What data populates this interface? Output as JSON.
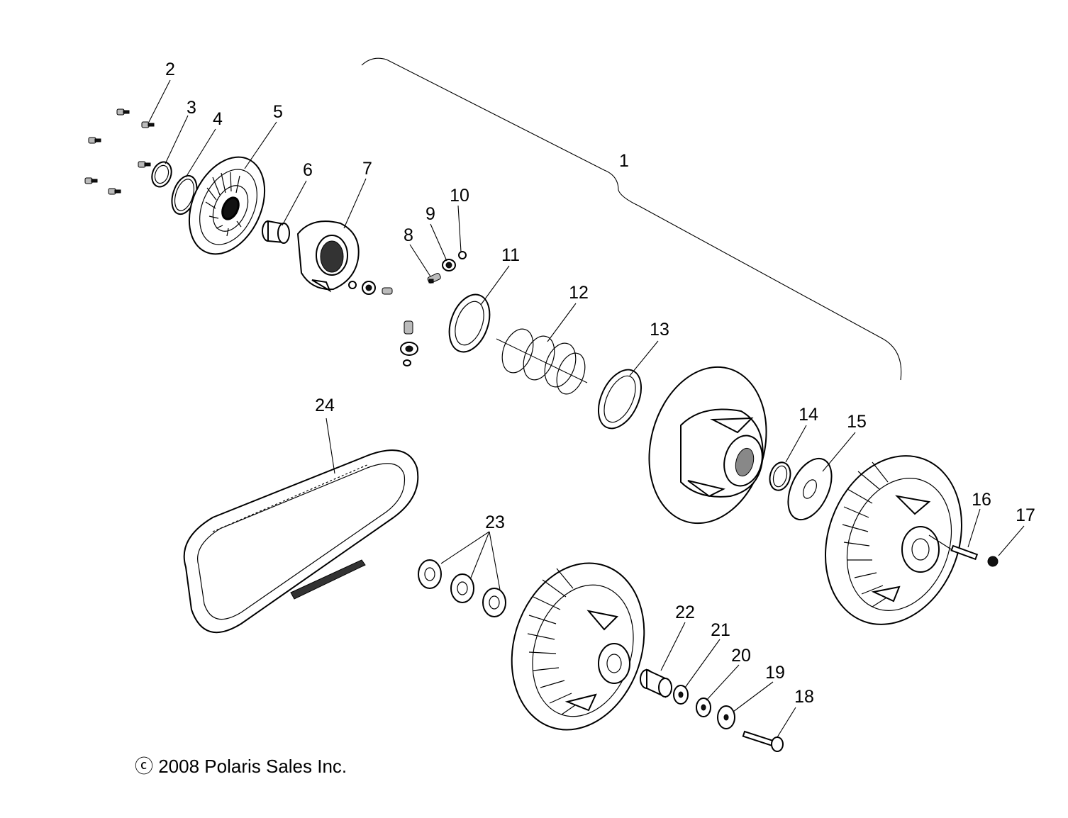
{
  "callouts": [
    "1",
    "2",
    "3",
    "4",
    "5",
    "6",
    "7",
    "8",
    "9",
    "10",
    "11",
    "12",
    "13",
    "14",
    "15",
    "16",
    "17",
    "18",
    "19",
    "20",
    "21",
    "22",
    "23",
    "24"
  ],
  "copyright": "ⓒ 2008 Polaris Sales Inc."
}
